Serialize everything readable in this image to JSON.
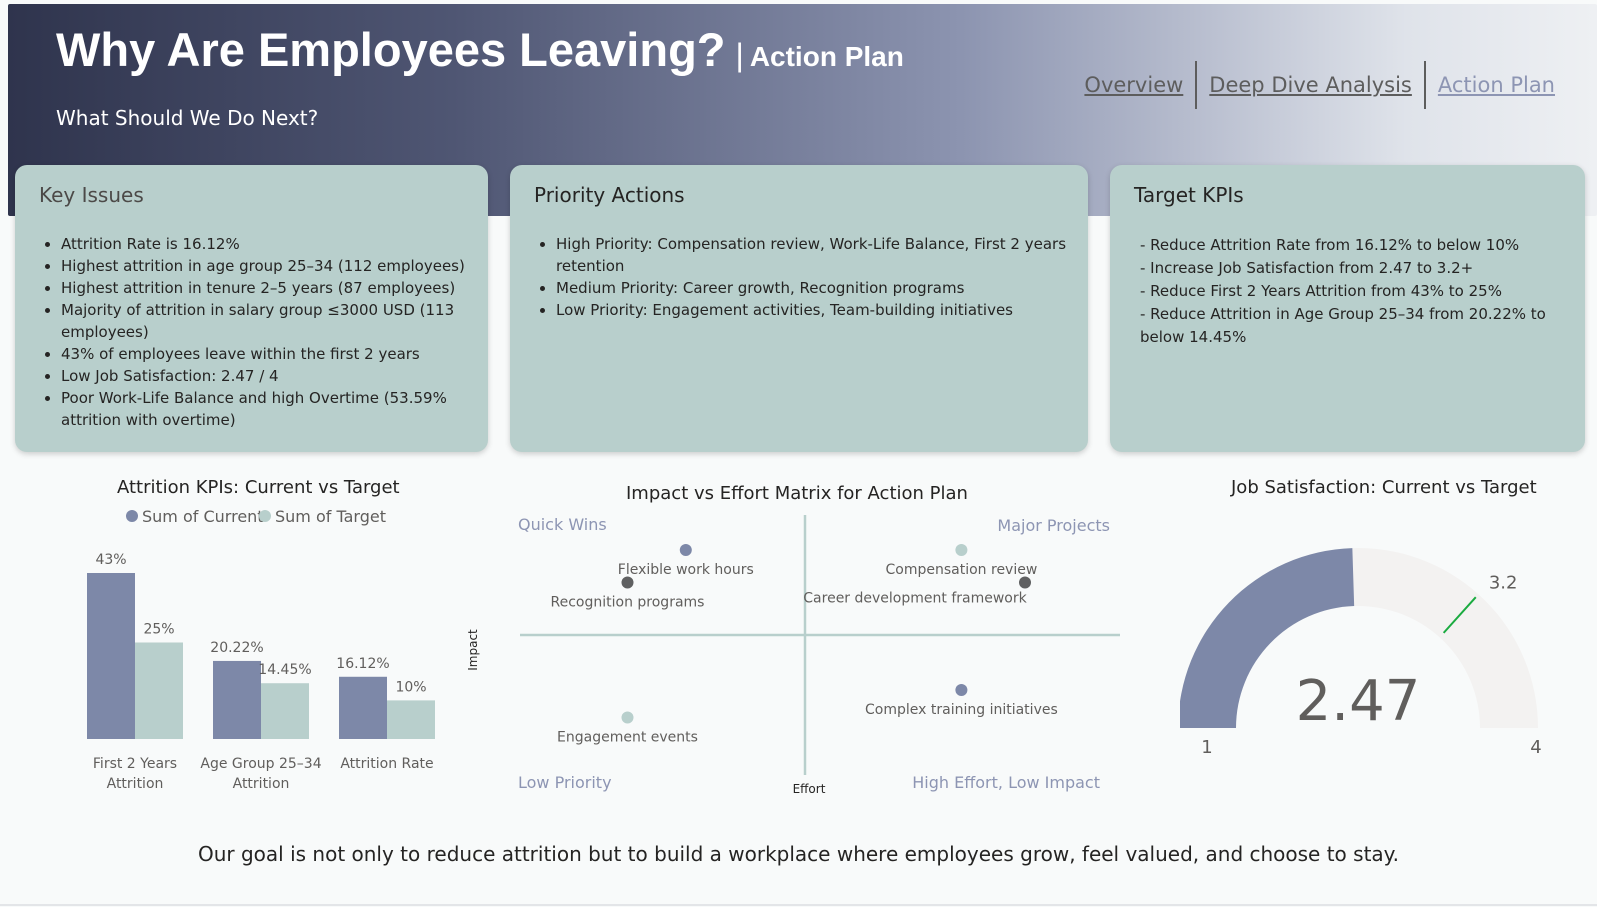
{
  "header": {
    "title": "Why Are Employees Leaving?",
    "separator": "|",
    "subtitle_tag": "Action Plan",
    "question": "What Should We Do Next?"
  },
  "nav": {
    "items": [
      {
        "label": "Overview",
        "active": false
      },
      {
        "label": "Deep Dive Analysis",
        "active": false
      },
      {
        "label": "Action Plan",
        "active": true
      }
    ]
  },
  "key_issues": {
    "title": "Key Issues",
    "items": [
      "Attrition Rate is 16.12%",
      "Highest attrition in age group 25–34 (112 employees)",
      "Highest attrition in tenure 2–5 years (87 employees)",
      "Majority of attrition in salary group ≤3000 USD (113 employees)",
      "43% of employees leave within the first 2 years",
      "Low Job Satisfaction: 2.47 / 4",
      "Poor Work-Life Balance and high Overtime (53.59% attrition with overtime)"
    ]
  },
  "priority_actions": {
    "title": "Priority Actions",
    "items": [
      "High Priority: Compensation review, Work-Life Balance, First 2 years retention",
      "Medium Priority: Career growth, Recognition programs",
      "Low Priority: Engagement activities, Team-building initiatives"
    ]
  },
  "target_kpis": {
    "title": "Target KPIs",
    "items": [
      "- Reduce Attrition Rate from 16.12% to below 10%",
      "- Increase Job Satisfaction from 2.47 to 3.2+",
      "- Reduce First 2 Years Attrition from 43% to 25%",
      "- Reduce Attrition in Age Group 25–34 from 20.22% to below 14.45%"
    ]
  },
  "colors": {
    "current": "#7d88a8",
    "target": "#b8cfcc",
    "gauge_track": "#f3f2f1",
    "target_line": "#1aab40",
    "card_bg": "#b8cfcc",
    "quadrant_label": "#8d95b3"
  },
  "chart_data": [
    {
      "type": "bar",
      "title": "Attrition KPIs: Current vs Target",
      "categories": [
        "First 2 Years Attrition",
        "Age Group 25–34 Attrition",
        "Attrition Rate"
      ],
      "category_lines": [
        [
          "First 2 Years",
          "Attrition"
        ],
        [
          "Age Group 25–34",
          "Attrition"
        ],
        [
          "Attrition Rate"
        ]
      ],
      "series": [
        {
          "name": "Sum of Current",
          "values": [
            43,
            20.22,
            16.12
          ],
          "labels": [
            "43%",
            "20.22%",
            "16.12%"
          ]
        },
        {
          "name": "Sum of Target",
          "values": [
            25,
            14.45,
            10
          ],
          "labels": [
            "25%",
            "14.45%",
            "10%"
          ]
        }
      ],
      "ylim": [
        0,
        43
      ],
      "legend": "top-center",
      "grid": false
    },
    {
      "type": "scatter",
      "title": "Impact vs Effort Matrix for Action Plan",
      "xlabel": "Effort",
      "ylabel": "Impact",
      "xlim": [
        0,
        10
      ],
      "ylim": [
        0,
        10
      ],
      "quadrants": {
        "top_left": "Quick Wins",
        "top_right": "Major Projects",
        "bottom_left": "Low Priority",
        "bottom_right": "High Effort, Low Impact"
      },
      "points": [
        {
          "label": "Flexible work hours",
          "x": 2.6,
          "y": 9.2,
          "color": "#7d88a8"
        },
        {
          "label": "Recognition programs",
          "x": 1.5,
          "y": 7.9,
          "color": "#5f6061"
        },
        {
          "label": "Compensation review",
          "x": 7.8,
          "y": 9.2,
          "color": "#b8cfcc"
        },
        {
          "label": "Career development framework",
          "x": 9.0,
          "y": 7.9,
          "color": "#5f6061"
        },
        {
          "label": "Complex training initiatives",
          "x": 7.8,
          "y": 3.6,
          "color": "#7d88a8"
        },
        {
          "label": "Engagement events",
          "x": 1.5,
          "y": 2.5,
          "color": "#b8cfcc"
        }
      ]
    },
    {
      "type": "gauge",
      "title": "Job Satisfaction: Current vs Target",
      "min": 1,
      "max": 4,
      "value": 2.47,
      "target": 3.2,
      "min_label": "1",
      "max_label": "4",
      "value_label": "2.47",
      "target_label": "3.2"
    }
  ],
  "footer": {
    "text": "Our goal is not only to reduce attrition but to build a workplace where employees grow, feel valued, and choose to stay."
  }
}
